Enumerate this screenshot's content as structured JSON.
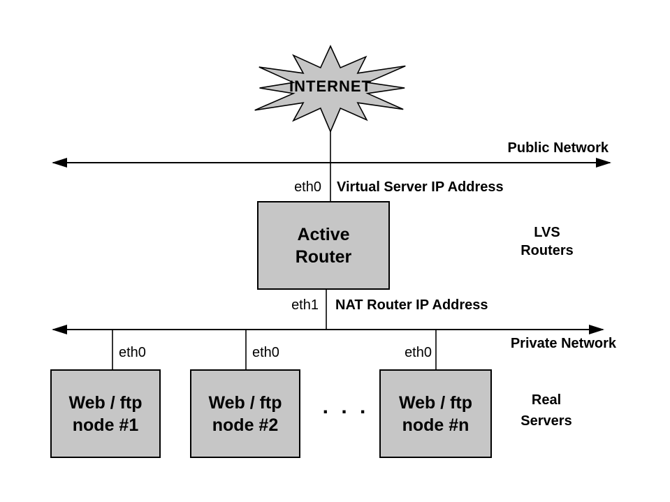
{
  "colors": {
    "box_fill": "#c6c6c6",
    "line_color": "#000000"
  },
  "internet": {
    "label": "INTERNET"
  },
  "public_network": {
    "label": "Public Network",
    "nic": "eth0",
    "ip_label": "Virtual Server IP Address"
  },
  "active_router": {
    "line1": "Active",
    "line2": "Router"
  },
  "lvs_routers": {
    "line1": "LVS",
    "line2": "Routers"
  },
  "private_network": {
    "label": "Private Network",
    "nic": "eth1",
    "ip_label": "NAT Router IP Address"
  },
  "real_servers": {
    "line1": "Real",
    "line2": "Servers"
  },
  "nodes": [
    {
      "nic": "eth0",
      "line1": "Web / ftp",
      "line2": "node #1"
    },
    {
      "nic": "eth0",
      "line1": "Web / ftp",
      "line2": "node #2"
    },
    {
      "nic": "eth0",
      "line1": "Web / ftp",
      "line2": "node #n"
    }
  ],
  "ellipsis": ". . ."
}
